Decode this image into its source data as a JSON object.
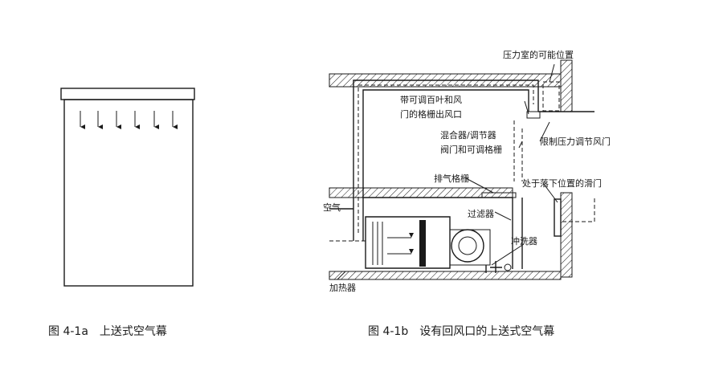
{
  "figure_a": {
    "caption": "图 4-1a　上送式空气幕"
  },
  "figure_b": {
    "caption": "图 4-1b　设有回风口的上送式空气幕",
    "labels": {
      "pressure_chamber": "压力室的可能位置",
      "adjustable_outlet_1": "带可调百叶和风",
      "adjustable_outlet_2": "门的格栅出风口",
      "mixing_box_1": "混合器/调节器",
      "mixing_box_2": "阀门和可调格栅",
      "limit_damper": "限制压力调节风门",
      "exhaust_grille": "排气格栅",
      "sliding_door": "处于落下位置的滑门",
      "air": "空气",
      "filter": "过滤器",
      "washer": "冲洗器",
      "heater": "加热器"
    }
  }
}
